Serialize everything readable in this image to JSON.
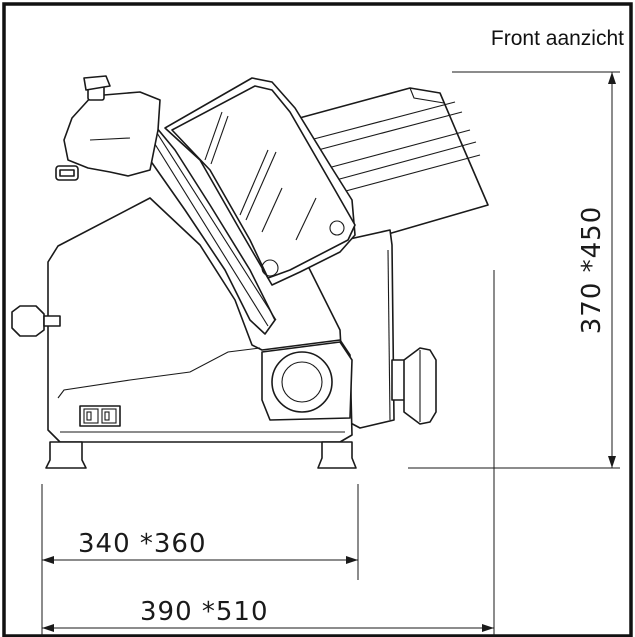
{
  "title": "Front aanzicht",
  "dimensions": {
    "height": "370   *450",
    "depth_small": "340  *360",
    "depth_large": "390  *510"
  },
  "colors": {
    "line": "#1a1a1a",
    "background": "#ffffff"
  }
}
